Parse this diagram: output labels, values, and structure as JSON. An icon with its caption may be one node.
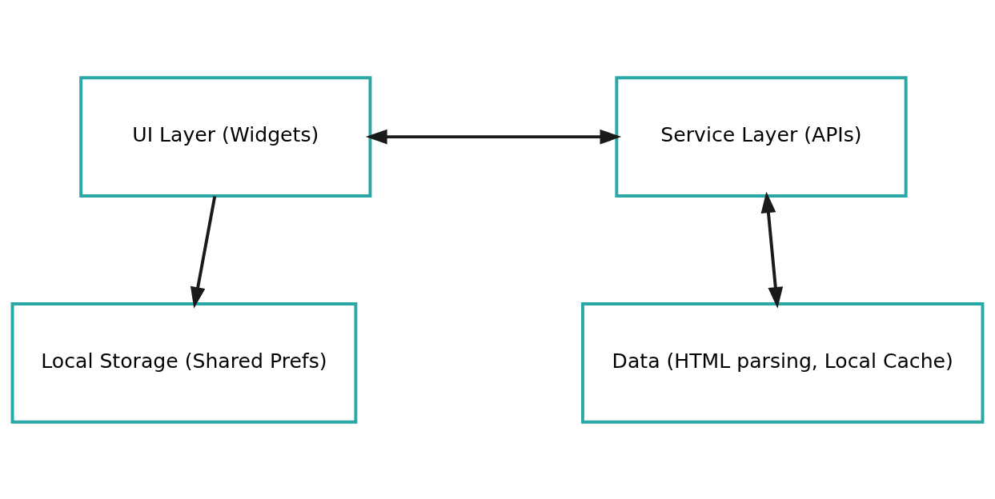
{
  "diagram": {
    "nodes": [
      {
        "text": [
          "UI Layer (Widgets)"
        ]
      },
      {
        "text": [
          "Service Layer (APIs)"
        ]
      },
      {
        "text": [
          "Local Storage (Shared Prefs)"
        ]
      },
      {
        "text": [
          "Data (HTML parsing, Local Cache)"
        ]
      }
    ],
    "edges": [
      {
        "from": 0,
        "to": 1,
        "arrow": "both"
      },
      {
        "from": 0,
        "to": 2,
        "arrow": "to"
      },
      {
        "from": 1,
        "to": 3,
        "arrow": "both"
      }
    ]
  }
}
